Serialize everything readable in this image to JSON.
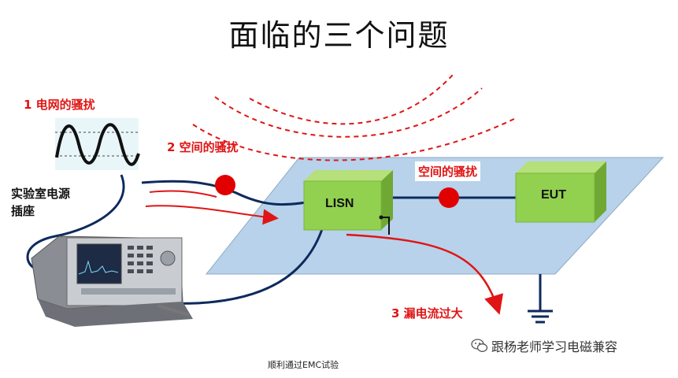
{
  "title": "面临的三个问题",
  "labels": {
    "grid_disturbance": "1 电网的骚扰",
    "space_disturbance_left": "2 空间的骚扰",
    "space_disturbance_right": "空间的骚扰",
    "leakage_current": "3 漏电流过大",
    "lab_socket": "实验室电源插座",
    "lisn": "LISN",
    "eut": "EUT"
  },
  "caption": "顺利通过EMC试验",
  "watermark": "跟杨老师学习电磁兼容",
  "colors": {
    "plate": "#b7d2ea",
    "box_front": "#92d050",
    "cable": "#0d2a5c",
    "red": "#e01515"
  },
  "icons": [
    "wechat-icon",
    "ground-icon",
    "sine-wave-icon"
  ]
}
